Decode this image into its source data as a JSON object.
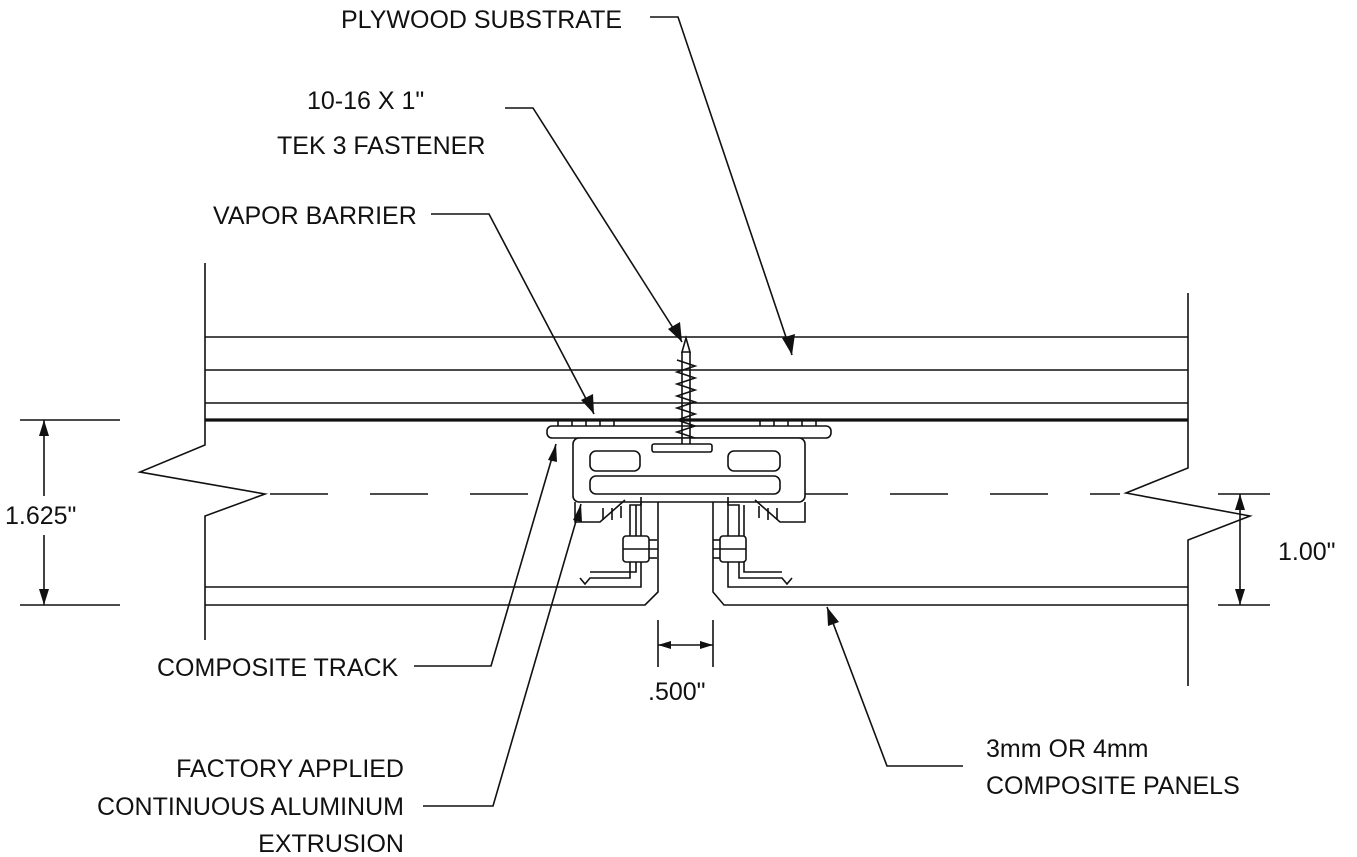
{
  "labels": {
    "plywood_substrate": "PLYWOOD SUBSTRATE",
    "fastener_line1": "10-16 X 1\"",
    "fastener_line2": "TEK 3 FASTENER",
    "vapor_barrier": "VAPOR BARRIER",
    "composite_track": "COMPOSITE TRACK",
    "extrusion_line1": "FACTORY APPLIED",
    "extrusion_line2": "CONTINUOUS ALUMINUM",
    "extrusion_line3": "EXTRUSION",
    "panels_line1": "3mm OR 4mm",
    "panels_line2": "COMPOSITE PANELS"
  },
  "dimensions": {
    "overall_depth": "1.625\"",
    "panel_depth": "1.00\"",
    "joint_gap": ".500\""
  },
  "colors": {
    "line": "#111111",
    "background": "#ffffff"
  }
}
